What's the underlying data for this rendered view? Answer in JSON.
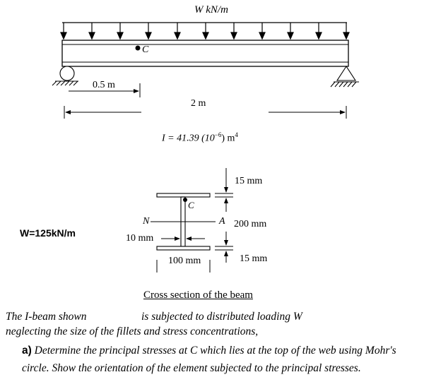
{
  "beam_figure": {
    "load_label": "W kN/m",
    "point_label": "C",
    "dim_small": "0.5 m",
    "dim_span": "2 m",
    "inertia_label": "I = 41.39 (10",
    "inertia_exp": "−6",
    "inertia_unit": ") m",
    "inertia_unit_exp": "4"
  },
  "section_figure": {
    "dim_top_flange": "15 mm",
    "dim_web_height": "200 mm",
    "dim_bottom_flange": "15 mm",
    "dim_width": "100 mm",
    "dim_web_thickness": "10 mm",
    "point_label": "C",
    "neutral_axis_left": "N",
    "neutral_axis_right": "A",
    "caption": "Cross section of the beam"
  },
  "given": {
    "w_value": "W=125kN/m"
  },
  "problem": {
    "line1_left": "The I-beam shown",
    "line1_right": "is subjected to distributed loading W",
    "line2": "neglecting the size of the fillets and stress concentrations,",
    "part_a_marker": "a)",
    "part_a_text": "Determine the principal stresses at C which lies at the top of the web using Mohr's circle. Show the orientation of the element subjected to the principal stresses."
  }
}
